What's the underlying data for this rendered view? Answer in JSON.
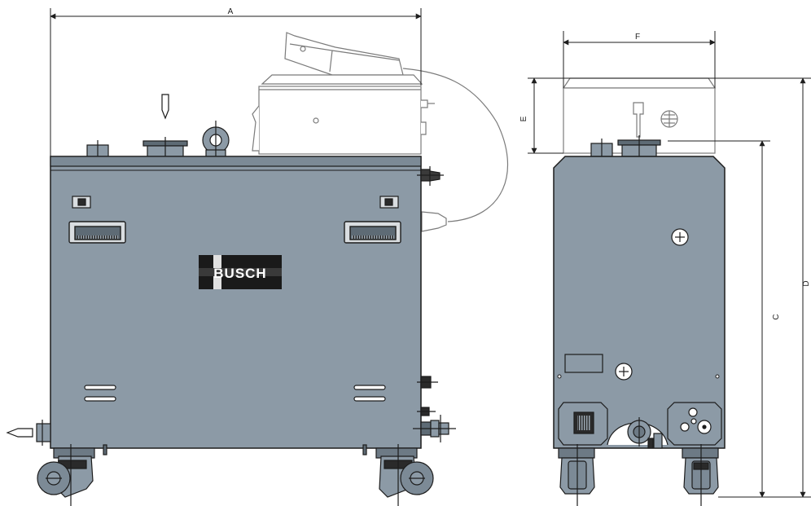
{
  "dimensions": {
    "a": "A",
    "c": "C",
    "d": "D",
    "e": "E",
    "f": "F"
  },
  "brand": "BUSCH",
  "colors": {
    "body": "#8c9aa6",
    "body_dark": "#6d7a85",
    "outline": "#1c1c1c",
    "motor_outline": "#7b7b7b",
    "dimension_line": "#1e1e1e"
  }
}
